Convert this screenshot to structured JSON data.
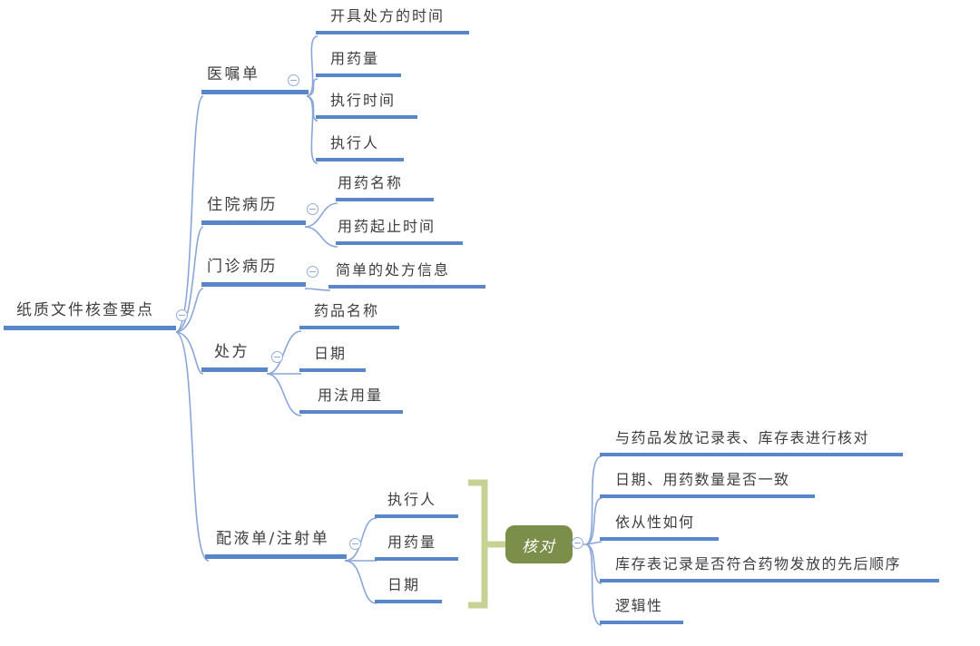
{
  "root": {
    "label": "纸质文件核查要点"
  },
  "branches": [
    {
      "label": "医嘱单",
      "children": [
        {
          "label": "开具处方的时间"
        },
        {
          "label": "用药量"
        },
        {
          "label": "执行时间"
        },
        {
          "label": "执行人"
        }
      ]
    },
    {
      "label": "住院病历",
      "children": [
        {
          "label": "用药名称"
        },
        {
          "label": "用药起止时间"
        }
      ]
    },
    {
      "label": "门诊病历",
      "children": [
        {
          "label": "简单的处方信息"
        }
      ]
    },
    {
      "label": "处方",
      "children": [
        {
          "label": "药品名称"
        },
        {
          "label": "日期"
        },
        {
          "label": "用法用量"
        }
      ]
    },
    {
      "label": "配液单/注射单",
      "children": [
        {
          "label": "执行人"
        },
        {
          "label": "用药量"
        },
        {
          "label": "日期"
        }
      ]
    }
  ],
  "summary": {
    "label": "核对",
    "children": [
      {
        "label": "与药品发放记录表、库存表进行核对"
      },
      {
        "label": "日期、用药数量是否一致"
      },
      {
        "label": "依从性如何"
      },
      {
        "label": "库存表记录是否符合药物发放的先后顺序"
      },
      {
        "label": "逻辑性"
      }
    ]
  },
  "icons": {
    "collapse": "minus-icon"
  },
  "colors": {
    "branch_line": "#5886c8",
    "curve_line": "#8aa6d9",
    "bracket": "#c6d294",
    "summary_box": "#7b8e4a",
    "summary_text": "#ffffff",
    "text": "#3e3e3e",
    "background": "#ffffff"
  }
}
